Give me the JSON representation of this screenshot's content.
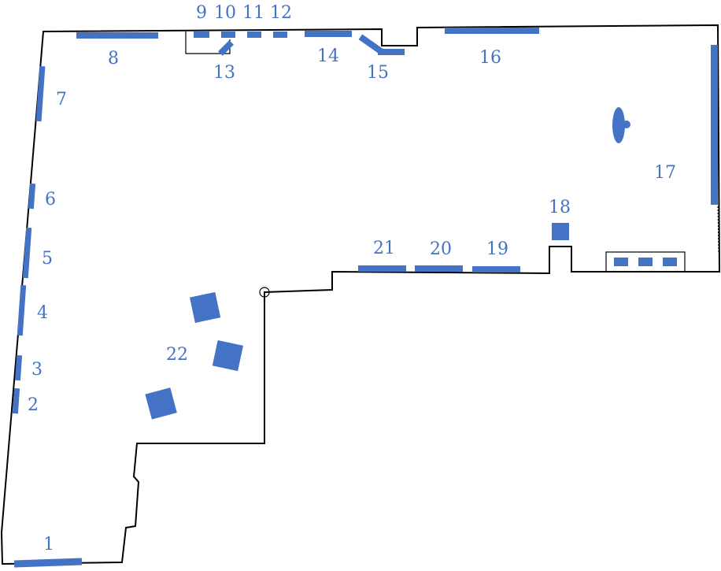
{
  "diagram": {
    "item_color": "#4472c4",
    "wall_color": "#000000",
    "labels": [
      {
        "id": "1",
        "text": "1"
      },
      {
        "id": "2",
        "text": "2"
      },
      {
        "id": "3",
        "text": "3"
      },
      {
        "id": "4",
        "text": "4"
      },
      {
        "id": "5",
        "text": "5"
      },
      {
        "id": "6",
        "text": "6"
      },
      {
        "id": "7",
        "text": "7"
      },
      {
        "id": "8",
        "text": "8"
      },
      {
        "id": "9",
        "text": "9"
      },
      {
        "id": "10",
        "text": "10"
      },
      {
        "id": "11",
        "text": "11"
      },
      {
        "id": "12",
        "text": "12"
      },
      {
        "id": "13",
        "text": "13"
      },
      {
        "id": "14",
        "text": "14"
      },
      {
        "id": "15",
        "text": "15"
      },
      {
        "id": "16",
        "text": "16"
      },
      {
        "id": "17",
        "text": "17"
      },
      {
        "id": "18",
        "text": "18"
      },
      {
        "id": "19",
        "text": "19"
      },
      {
        "id": "20",
        "text": "20"
      },
      {
        "id": "21",
        "text": "21"
      },
      {
        "id": "22",
        "text": "22"
      }
    ]
  }
}
